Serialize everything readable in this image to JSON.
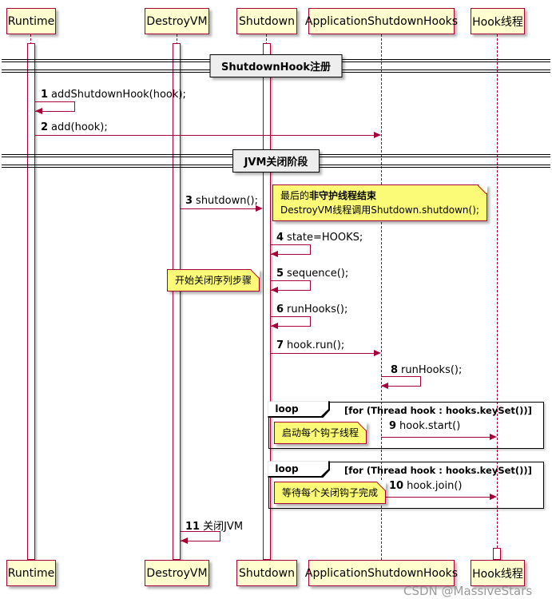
{
  "diagram": {
    "participants": [
      {
        "label": "Runtime"
      },
      {
        "label": "DestroyVM"
      },
      {
        "label": "Shutdown"
      },
      {
        "label": "ApplicationShutdownHooks"
      },
      {
        "label": "Hook线程"
      }
    ],
    "dividers": [
      {
        "label": "ShutdownHook注册"
      },
      {
        "label": "JVM关闭阶段"
      }
    ],
    "messages": [
      {
        "num": "1",
        "text": "addShutdownHook(hook);"
      },
      {
        "num": "2",
        "text": "add(hook);"
      },
      {
        "num": "3",
        "text": "shutdown();"
      },
      {
        "num": "4",
        "text": "state=HOOKS;"
      },
      {
        "num": "5",
        "text": "sequence();"
      },
      {
        "num": "6",
        "text": "runHooks();"
      },
      {
        "num": "7",
        "text": "hook.run();"
      },
      {
        "num": "8",
        "text": "runHooks();"
      },
      {
        "num": "9",
        "text": "hook.start()"
      },
      {
        "num": "10",
        "text": "hook.join()"
      },
      {
        "num": "11",
        "text": "关闭JVM"
      }
    ],
    "notes": {
      "shutdown_note": {
        "line1_prefix": "最后的",
        "line1_bold": "非守护线程结束",
        "line2": "DestroyVM线程调用Shutdown.shutdown();"
      },
      "sequence_note": "开始关闭序列步骤",
      "loop1_note": "启动每个钩子线程",
      "loop2_note": "等待每个关闭钩子完成"
    },
    "loops": [
      {
        "keyword": "loop",
        "condition": "[for (Thread hook : hooks.keySet())]"
      },
      {
        "keyword": "loop",
        "condition": "[for (Thread hook : hooks.keySet())]"
      }
    ],
    "watermark": "CSDN @MassiveStars",
    "colors": {
      "participant_fill": "#FEFECE",
      "participant_border": "#A80036",
      "note_fill": "#FBFB77",
      "arrow": "#A80036",
      "divider_fill": "#EEEEEE",
      "frame_border": "#000000"
    }
  }
}
